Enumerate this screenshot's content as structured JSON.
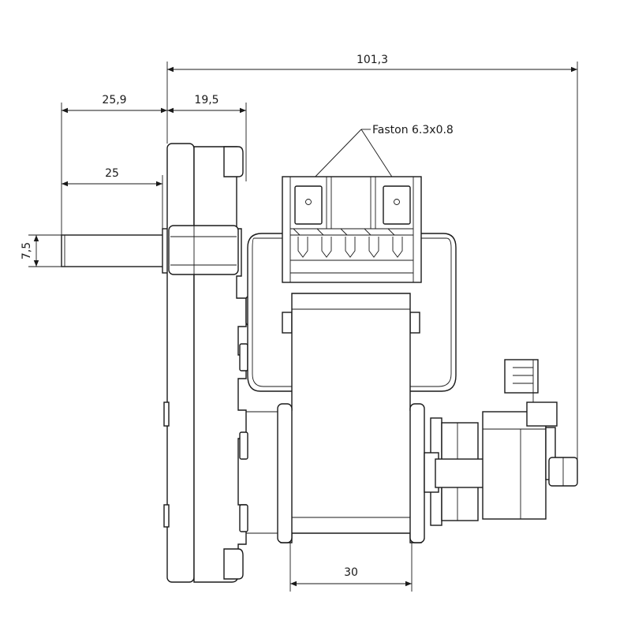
{
  "dimensions": {
    "overall_length": "101,3",
    "shaft_to_flange": "25,9",
    "gearbox_depth": "19,5",
    "shaft_length": "25",
    "shaft_diameter": "7,5",
    "coil_width": "30"
  },
  "callouts": {
    "terminal": "Faston 6.3x0.8"
  },
  "colors": {
    "line": "#1a1a1a",
    "background": "#ffffff"
  }
}
